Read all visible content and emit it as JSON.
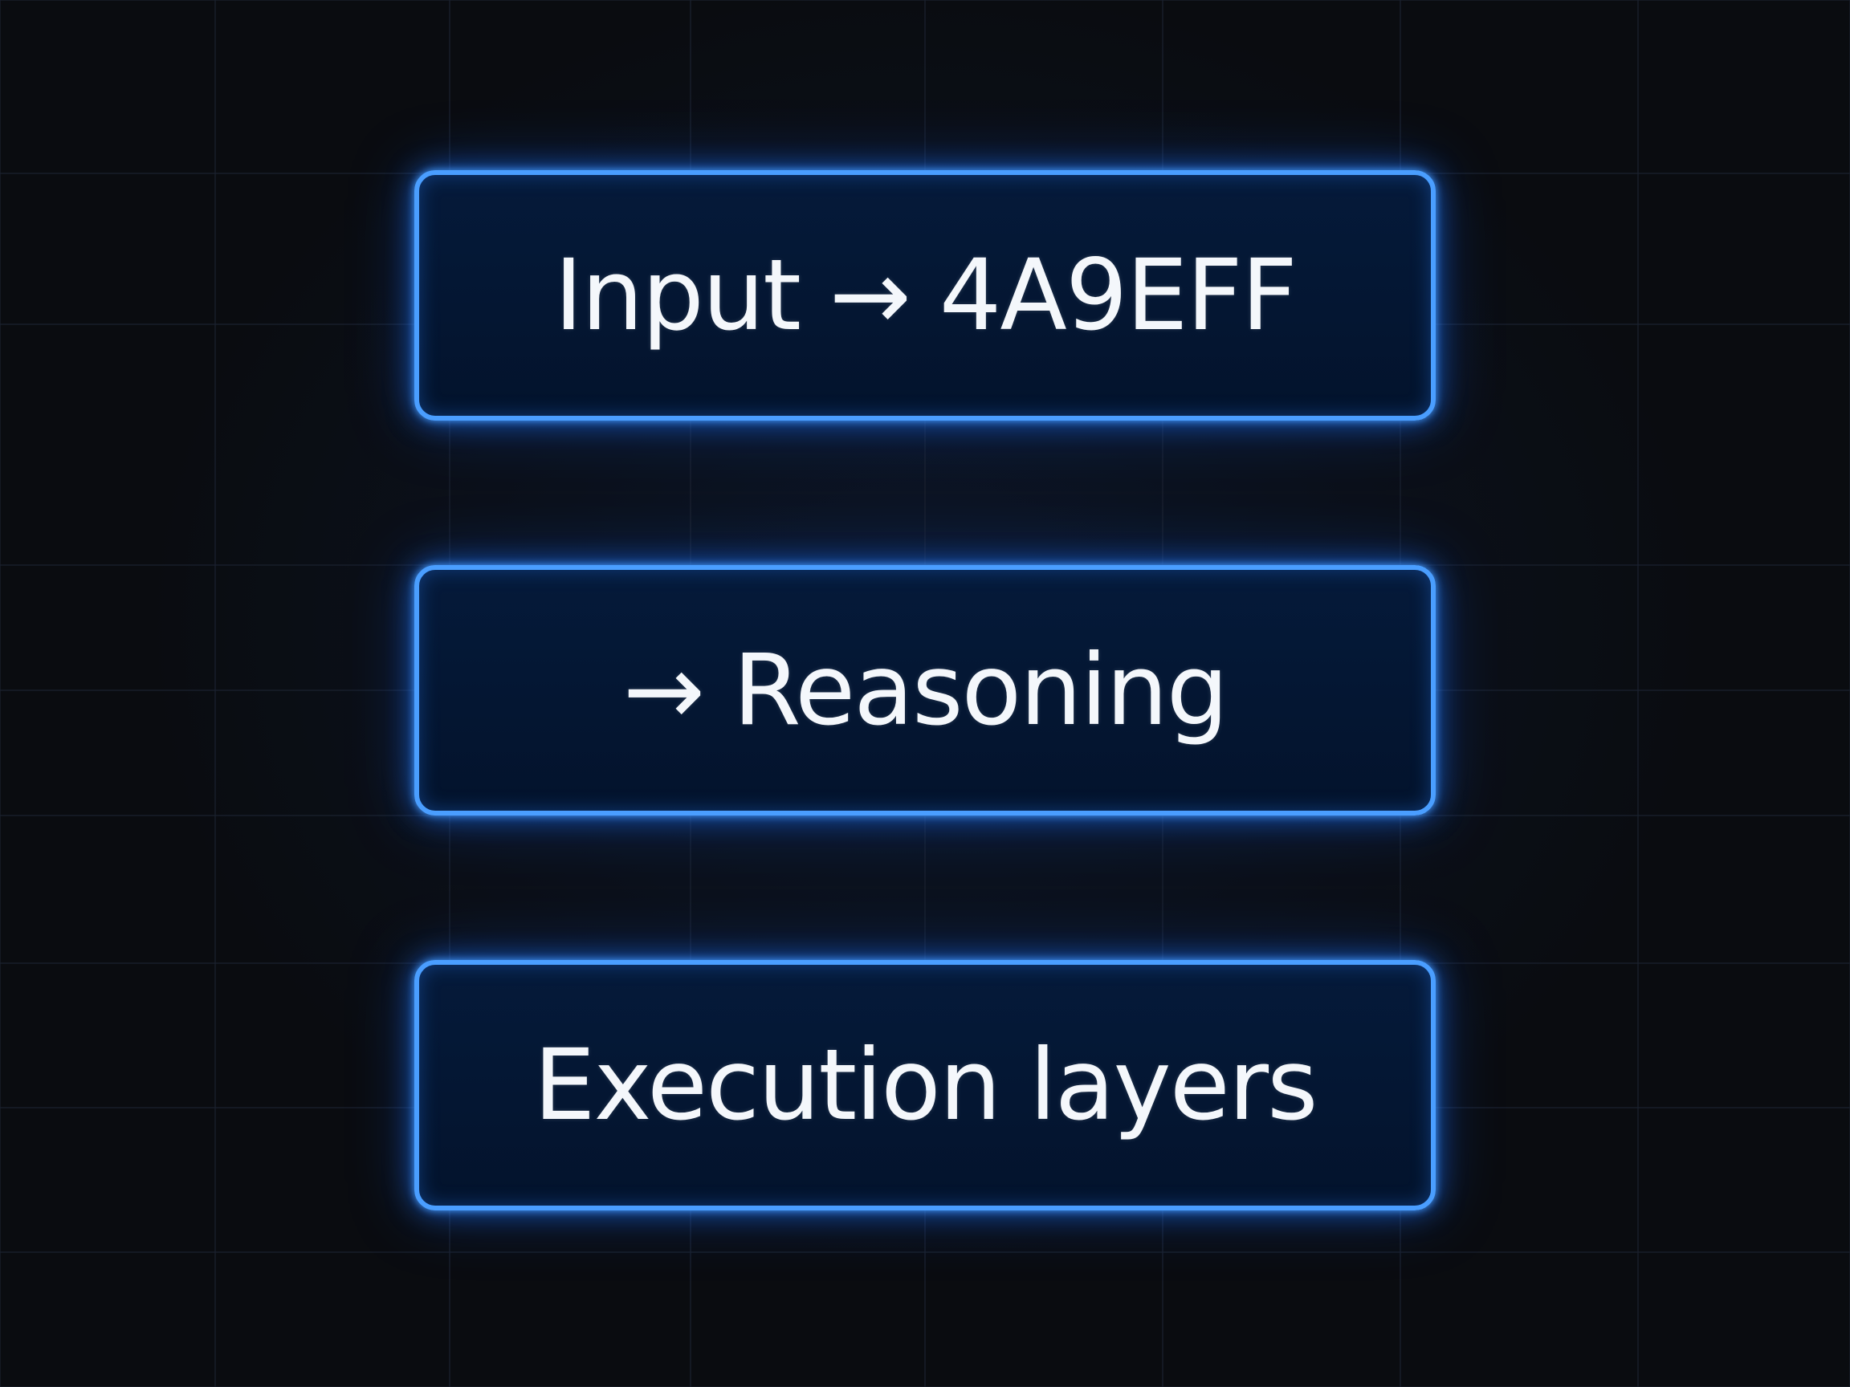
{
  "diagram": {
    "layers": [
      {
        "id": "input",
        "label": "Input → 4A9EFF"
      },
      {
        "id": "reasoning",
        "label": "→ Reasoning"
      },
      {
        "id": "execution",
        "label": "Execution layers"
      }
    ]
  },
  "colors": {
    "background": "#0a0c10",
    "box_border": "#4a9eff",
    "box_fill": "#04152f",
    "text": "#f4f7fb",
    "grid": "#1b2230"
  }
}
